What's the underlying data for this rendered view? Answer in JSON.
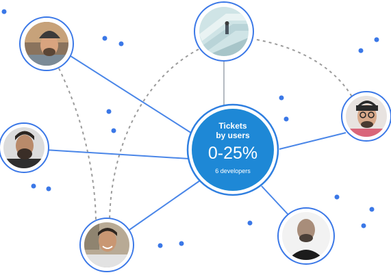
{
  "hub": {
    "title_line1": "Tickets",
    "title_line2": "by users",
    "value": "0-25%",
    "caption": "6 developers"
  },
  "colors": {
    "hub_fill": "#1e88d6",
    "ring": "#2f7fe0",
    "solid_link": "#4a86e8",
    "vertical_link": "#9aa2ac",
    "dashed_link": "#9b9b9b",
    "dot": "#3b78e7"
  },
  "avatars": [
    {
      "id": "avatar-top-left",
      "icon": "person-beanie-photo"
    },
    {
      "id": "avatar-top-center",
      "icon": "person-stairs-photo"
    },
    {
      "id": "avatar-right",
      "icon": "person-glasses-photo"
    },
    {
      "id": "avatar-left",
      "icon": "person-beard-photo"
    },
    {
      "id": "avatar-bottom-left",
      "icon": "person-smiling-photo"
    },
    {
      "id": "avatar-bottom-right",
      "icon": "person-bald-photo"
    }
  ]
}
